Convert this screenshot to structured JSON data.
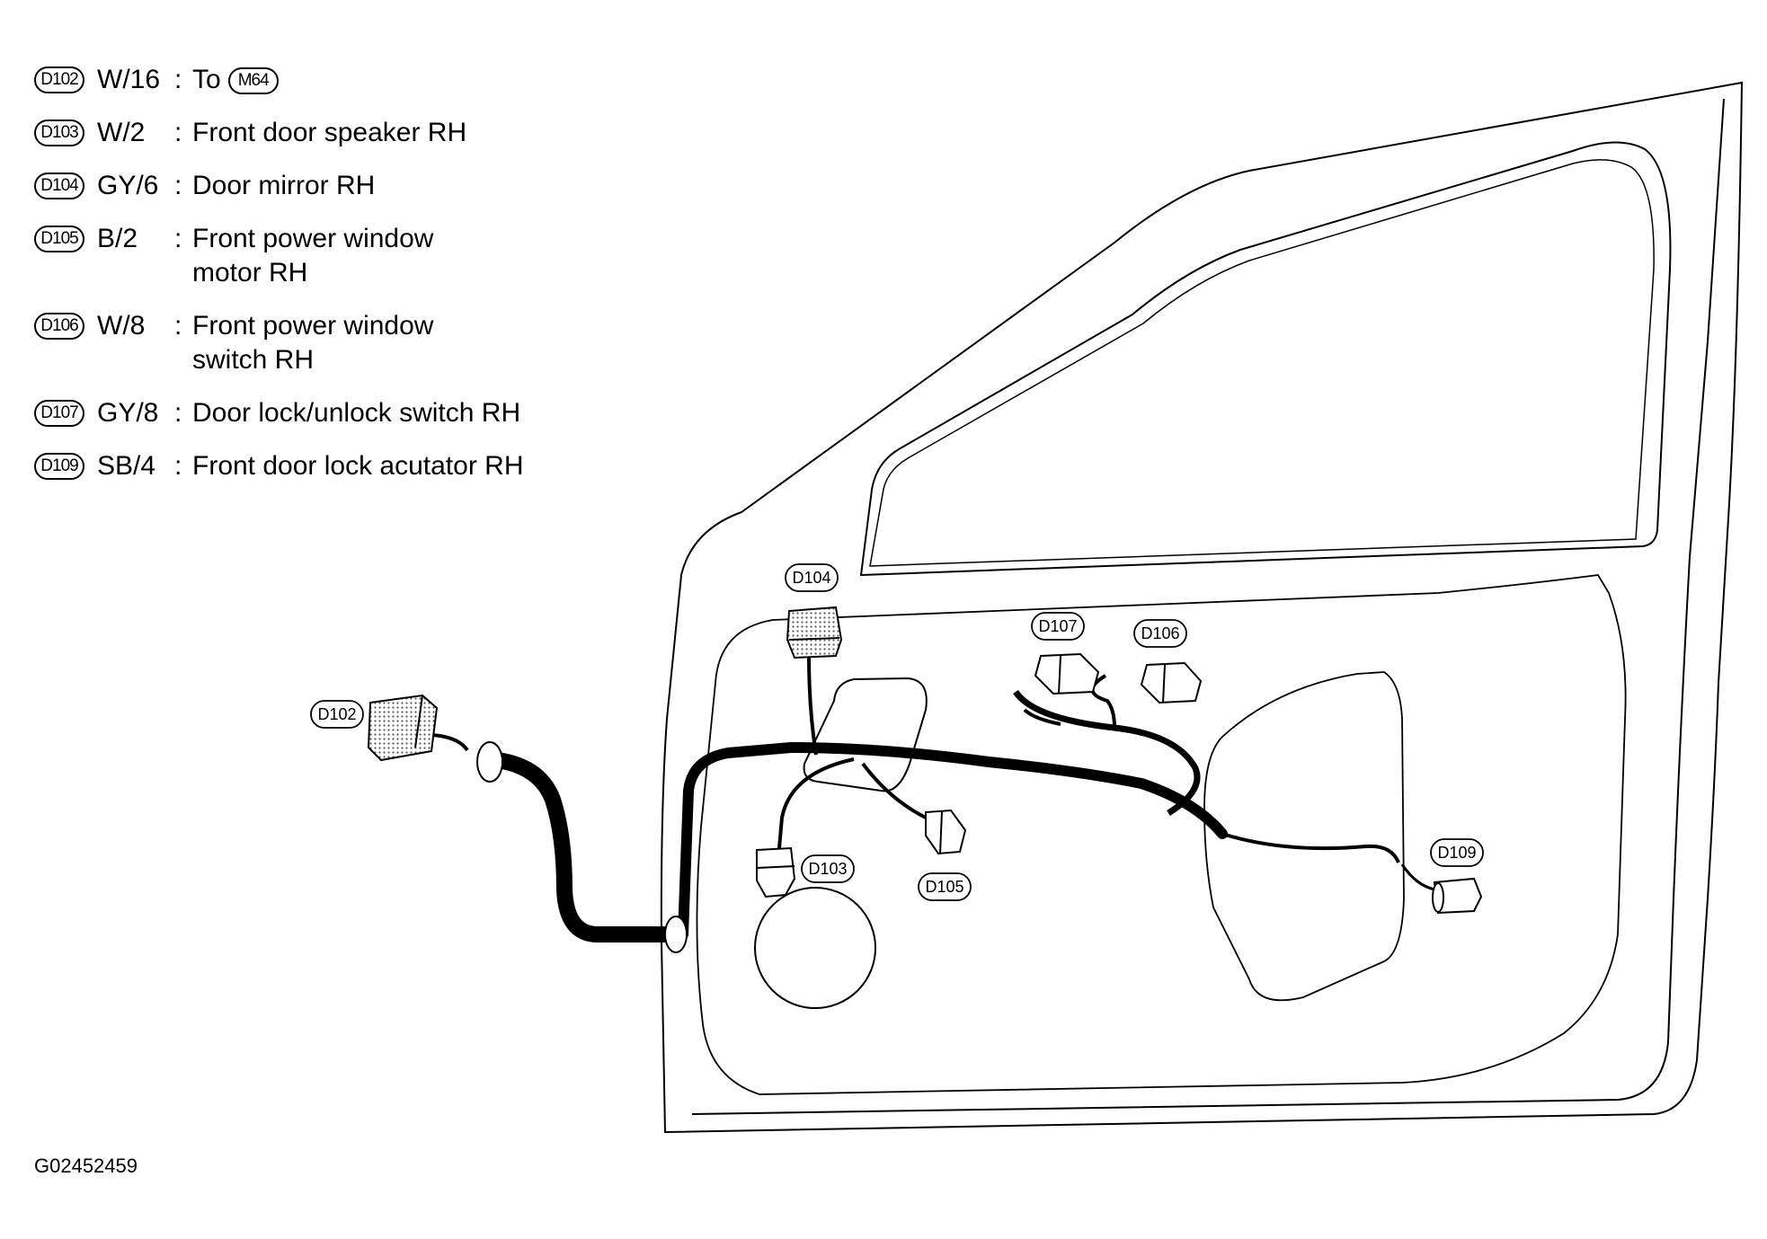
{
  "legend": [
    {
      "id": "D102",
      "wire": "W/16",
      "desc": "To",
      "ref": "M64"
    },
    {
      "id": "D103",
      "wire": "W/2",
      "desc": "Front door speaker RH"
    },
    {
      "id": "D104",
      "wire": "GY/6",
      "desc": "Door mirror RH"
    },
    {
      "id": "D105",
      "wire": "B/2",
      "desc": "Front power window\nmotor RH"
    },
    {
      "id": "D106",
      "wire": "W/8",
      "desc": "Front power window\nswitch RH"
    },
    {
      "id": "D107",
      "wire": "GY/8",
      "desc": "Door lock/unlock switch RH"
    },
    {
      "id": "D109",
      "wire": "SB/4",
      "desc": "Front door lock acutator RH"
    }
  ],
  "callouts": {
    "d102": "D102",
    "d103": "D103",
    "d104": "D104",
    "d105": "D105",
    "d106": "D106",
    "d107": "D107",
    "d109": "D109"
  },
  "figure_id": "G02452459",
  "colors": {
    "line": "#000000",
    "background": "#ffffff",
    "connector_shade": "#b8b8b8"
  }
}
